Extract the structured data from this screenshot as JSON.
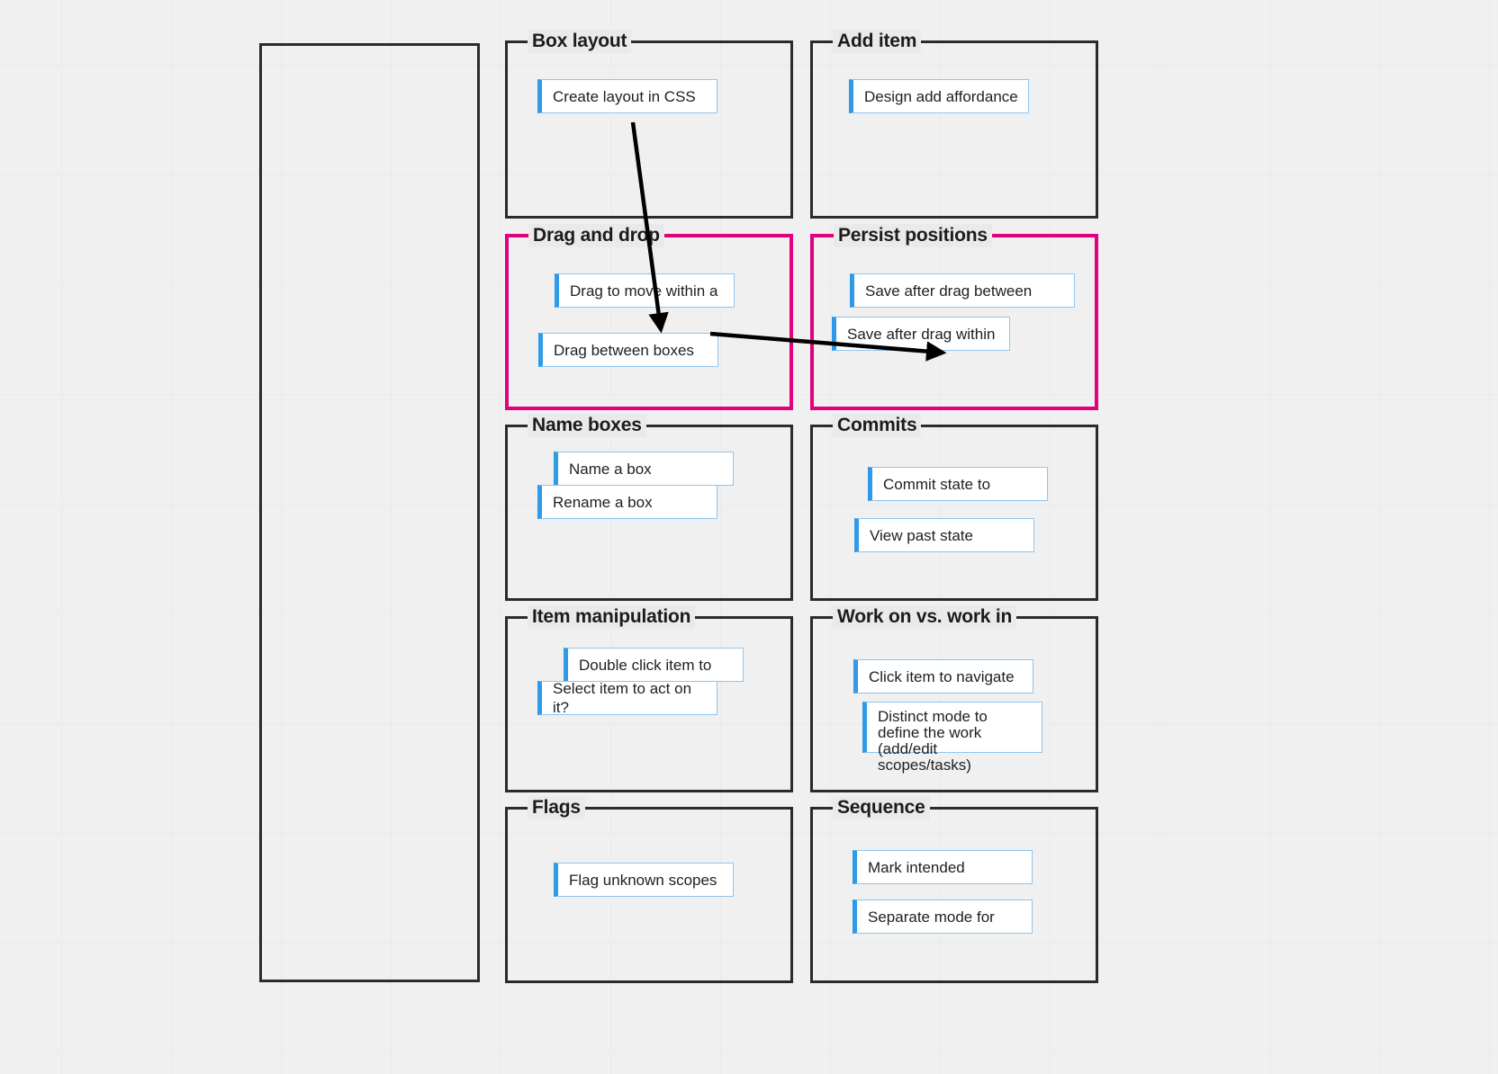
{
  "canvas": {
    "background_color": "#f0f0f0",
    "grid_color": "#eaeaea",
    "grid_size": 122
  },
  "colors": {
    "scope_border": "#2b2b2b",
    "scope_border_highlight": "#e2007f",
    "card_accent": "#2f9ae8",
    "card_border": "#8ec5ef",
    "card_background": "#ffffff",
    "arrow": "#000000"
  },
  "empty_box": {
    "name": "untitled-empty-scope",
    "label": ""
  },
  "scopes": [
    {
      "id": "box-layout",
      "legend": "Box layout",
      "highlighted": false,
      "cards": [
        {
          "text": "Create layout in CSS"
        }
      ]
    },
    {
      "id": "add-item",
      "legend": "Add item",
      "highlighted": false,
      "cards": [
        {
          "text": "Design add affordance"
        }
      ]
    },
    {
      "id": "drag-and-drop",
      "legend": "Drag and drop",
      "highlighted": true,
      "cards": [
        {
          "text": "Drag to move within a"
        },
        {
          "text": "Drag between boxes"
        }
      ]
    },
    {
      "id": "persist-positions",
      "legend": "Persist positions",
      "highlighted": true,
      "cards": [
        {
          "text": "Save after drag between"
        },
        {
          "text": "Save after drag within"
        }
      ]
    },
    {
      "id": "name-boxes",
      "legend": "Name boxes",
      "highlighted": false,
      "cards": [
        {
          "text": "Name a box"
        },
        {
          "text": "Rename a box"
        }
      ]
    },
    {
      "id": "commits",
      "legend": "Commits",
      "highlighted": false,
      "cards": [
        {
          "text": "Commit state to"
        },
        {
          "text": "View past state"
        }
      ]
    },
    {
      "id": "item-manipulation",
      "legend": "Item manipulation",
      "highlighted": false,
      "cards": [
        {
          "text": "Double click item to"
        },
        {
          "text": "Select item to act on it?"
        }
      ]
    },
    {
      "id": "work-on-vs-work-in",
      "legend": "Work on vs. work in",
      "highlighted": false,
      "cards": [
        {
          "text": "Click item to navigate"
        },
        {
          "text": "Distinct mode to\ndefine the work\n(add/edit scopes/tasks)"
        }
      ]
    },
    {
      "id": "flags",
      "legend": "Flags",
      "highlighted": false,
      "cards": [
        {
          "text": "Flag unknown scopes"
        }
      ]
    },
    {
      "id": "sequence",
      "legend": "Sequence",
      "highlighted": false,
      "cards": [
        {
          "text": "Mark intended"
        },
        {
          "text": "Separate mode for"
        }
      ]
    }
  ],
  "arrows": [
    {
      "id": "arrow-box-layout-to-drag-and-drop",
      "from": [
        703,
        136
      ],
      "to": [
        734,
        366
      ]
    },
    {
      "id": "arrow-drag-and-drop-to-persist-positions",
      "from": [
        789,
        371
      ],
      "to": [
        1047,
        392
      ]
    }
  ]
}
